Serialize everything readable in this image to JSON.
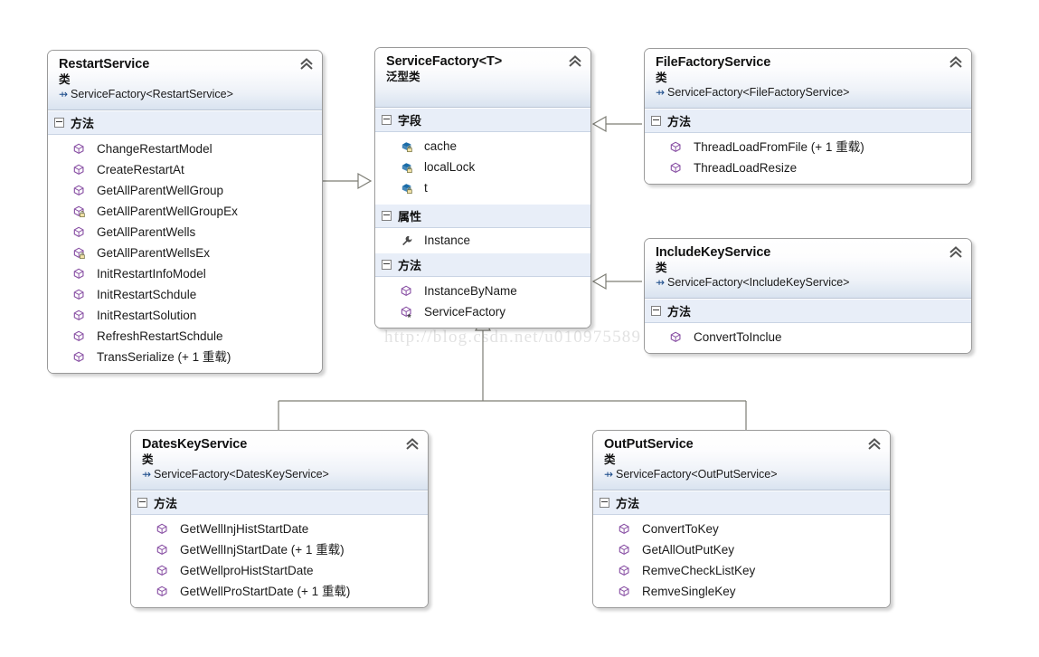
{
  "watermark": "http://blog.csdn.net/u010975589",
  "labels": {
    "kind_class": "类",
    "kind_generic_class": "泛型类",
    "section_fields": "字段",
    "section_properties": "属性",
    "section_methods": "方法",
    "overload_suffix": "(+ 1 重载)"
  },
  "colors": {
    "method_icon": "#8a52a5",
    "field_icon": "#1b6ca8",
    "property_icon": "#4a4a4a",
    "header_gradient_top": "#ffffff",
    "header_gradient_bottom": "#d9e3f0",
    "section_band": "#e8eef8",
    "border": "#9a9a9a",
    "connector": "#7d7d74",
    "watermark": "#e2e2e2"
  },
  "classes": [
    {
      "id": "restart-service",
      "title": "RestartService",
      "kind": "类",
      "base": "ServiceFactory<RestartService>",
      "sections": [
        {
          "name": "方法",
          "members": [
            {
              "icon": "method-icon",
              "name": "ChangeRestartModel",
              "overload": ""
            },
            {
              "icon": "method-icon",
              "name": "CreateRestartAt",
              "overload": ""
            },
            {
              "icon": "method-icon",
              "name": "GetAllParentWellGroup",
              "overload": ""
            },
            {
              "icon": "method-private-icon",
              "name": "GetAllParentWellGroupEx",
              "overload": ""
            },
            {
              "icon": "method-icon",
              "name": "GetAllParentWells",
              "overload": ""
            },
            {
              "icon": "method-private-icon",
              "name": "GetAllParentWellsEx",
              "overload": ""
            },
            {
              "icon": "method-icon",
              "name": "InitRestartInfoModel",
              "overload": ""
            },
            {
              "icon": "method-icon",
              "name": "InitRestartSchdule",
              "overload": ""
            },
            {
              "icon": "method-icon",
              "name": "InitRestartSolution",
              "overload": ""
            },
            {
              "icon": "method-icon",
              "name": "RefreshRestartSchdule",
              "overload": ""
            },
            {
              "icon": "method-icon",
              "name": "TransSerialize",
              "overload": "(+ 1 重载)"
            }
          ]
        }
      ]
    },
    {
      "id": "service-factory",
      "title": "ServiceFactory<T>",
      "kind": "泛型类",
      "base": "",
      "sections": [
        {
          "name": "字段",
          "members": [
            {
              "icon": "field-private-icon",
              "name": "cache",
              "overload": ""
            },
            {
              "icon": "field-private-icon",
              "name": "localLock",
              "overload": ""
            },
            {
              "icon": "field-private-icon",
              "name": "t",
              "overload": ""
            }
          ]
        },
        {
          "name": "属性",
          "members": [
            {
              "icon": "property-icon",
              "name": "Instance",
              "overload": ""
            }
          ]
        },
        {
          "name": "方法",
          "members": [
            {
              "icon": "method-icon",
              "name": "InstanceByName",
              "overload": ""
            },
            {
              "icon": "method-static-icon",
              "name": "ServiceFactory",
              "overload": ""
            }
          ]
        }
      ]
    },
    {
      "id": "file-factory-service",
      "title": "FileFactoryService",
      "kind": "类",
      "base": "ServiceFactory<FileFactoryService>",
      "sections": [
        {
          "name": "方法",
          "members": [
            {
              "icon": "method-icon",
              "name": "ThreadLoadFromFile",
              "overload": "(+ 1 重载)"
            },
            {
              "icon": "method-icon",
              "name": "ThreadLoadResize",
              "overload": ""
            }
          ]
        }
      ]
    },
    {
      "id": "include-key-service",
      "title": "IncludeKeyService",
      "kind": "类",
      "base": "ServiceFactory<IncludeKeyService>",
      "sections": [
        {
          "name": "方法",
          "members": [
            {
              "icon": "method-icon",
              "name": "ConvertToInclue",
              "overload": ""
            }
          ]
        }
      ]
    },
    {
      "id": "dates-key-service",
      "title": "DatesKeyService",
      "kind": "类",
      "base": "ServiceFactory<DatesKeyService>",
      "sections": [
        {
          "name": "方法",
          "members": [
            {
              "icon": "method-icon",
              "name": "GetWellInjHistStartDate",
              "overload": ""
            },
            {
              "icon": "method-icon",
              "name": "GetWellInjStartDate",
              "overload": "(+ 1 重载)"
            },
            {
              "icon": "method-icon",
              "name": "GetWellproHistStartDate",
              "overload": ""
            },
            {
              "icon": "method-icon",
              "name": "GetWellProStartDate",
              "overload": "(+ 1 重载)"
            }
          ]
        }
      ]
    },
    {
      "id": "output-service",
      "title": "OutPutService",
      "kind": "类",
      "base": "ServiceFactory<OutPutService>",
      "sections": [
        {
          "name": "方法",
          "members": [
            {
              "icon": "method-icon",
              "name": "ConvertToKey",
              "overload": ""
            },
            {
              "icon": "method-icon",
              "name": "GetAllOutPutKey",
              "overload": ""
            },
            {
              "icon": "method-icon",
              "name": "RemveCheckListKey",
              "overload": ""
            },
            {
              "icon": "method-icon",
              "name": "RemveSingleKey",
              "overload": ""
            }
          ]
        }
      ]
    }
  ],
  "relations": [
    {
      "from": "RestartService",
      "to": "ServiceFactory<T>",
      "type": "inheritance"
    },
    {
      "from": "FileFactoryService",
      "to": "ServiceFactory<T>",
      "type": "inheritance"
    },
    {
      "from": "IncludeKeyService",
      "to": "ServiceFactory<T>",
      "type": "inheritance"
    },
    {
      "from": "DatesKeyService",
      "to": "ServiceFactory<T>",
      "type": "inheritance"
    },
    {
      "from": "OutPutService",
      "to": "ServiceFactory<T>",
      "type": "inheritance"
    }
  ]
}
